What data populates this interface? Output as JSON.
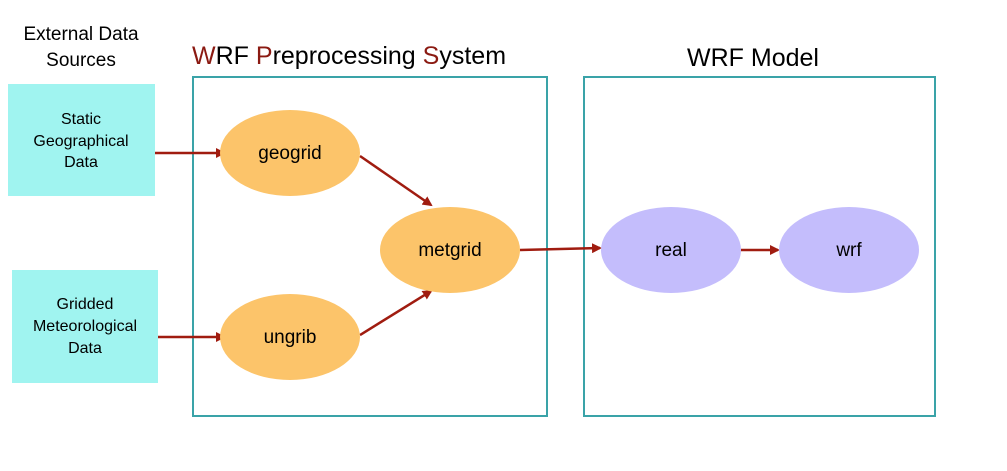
{
  "colors": {
    "accent_red": "#8b1a12",
    "arrow": "#a01c10",
    "container_border": "#3aa3a8",
    "source_fill": "#a0f4f0",
    "wps_node_fill": "#fcc46a",
    "wrf_node_fill": "#c4bdfc"
  },
  "header": {
    "sources_line1": "External Data",
    "sources_line2": "Sources"
  },
  "wps_title": {
    "w": "W",
    "rf": "RF ",
    "p": "P",
    "reprocessing": "reprocessing ",
    "s": "S",
    "ystem": "ystem"
  },
  "wrf_title": "WRF Model",
  "sources": {
    "static": {
      "line1": "Static",
      "line2": "Geographical",
      "line3": "Data"
    },
    "gridded": {
      "line1": "Gridded",
      "line2": "Meteorological",
      "line3": "Data"
    }
  },
  "nodes": {
    "geogrid": "geogrid",
    "ungrib": "ungrib",
    "metgrid": "metgrid",
    "real": "real",
    "wrf": "wrf"
  }
}
